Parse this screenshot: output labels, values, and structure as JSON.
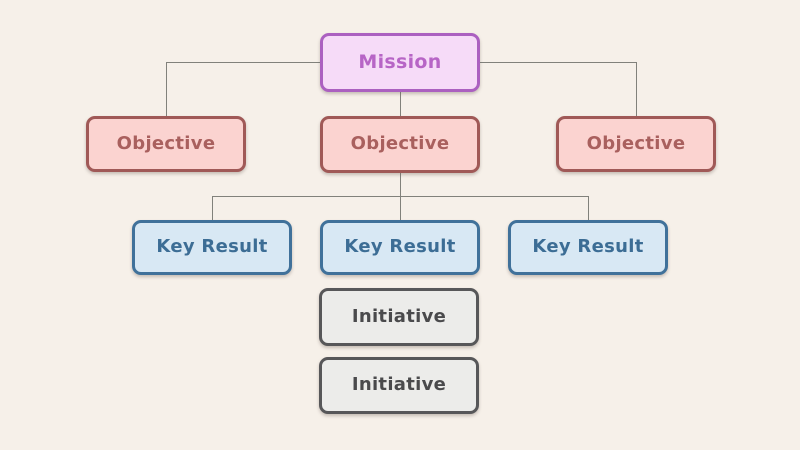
{
  "palette": {
    "background": "#f6f0e9",
    "connector": "#81817b",
    "mission": {
      "fill": "#f6dbf8",
      "border": "#ab60c0",
      "text": "#b765c6"
    },
    "objective": {
      "fill": "#fbd3d0",
      "border": "#a05957",
      "text": "#a9605e"
    },
    "key_result": {
      "fill": "#d8e8f4",
      "border": "#40719a",
      "text": "#3c6d95"
    },
    "initiative": {
      "fill": "#ececea",
      "border": "#575759",
      "text": "#4a4a4c"
    }
  },
  "nodes": {
    "mission": {
      "label": "Mission"
    },
    "objective_left": {
      "label": "Objective"
    },
    "objective_center": {
      "label": "Objective"
    },
    "objective_right": {
      "label": "Objective"
    },
    "key_result_left": {
      "label": "Key Result"
    },
    "key_result_center": {
      "label": "Key Result"
    },
    "key_result_right": {
      "label": "Key Result"
    },
    "initiative_1": {
      "label": "Initiative"
    },
    "initiative_2": {
      "label": "Initiative"
    }
  }
}
